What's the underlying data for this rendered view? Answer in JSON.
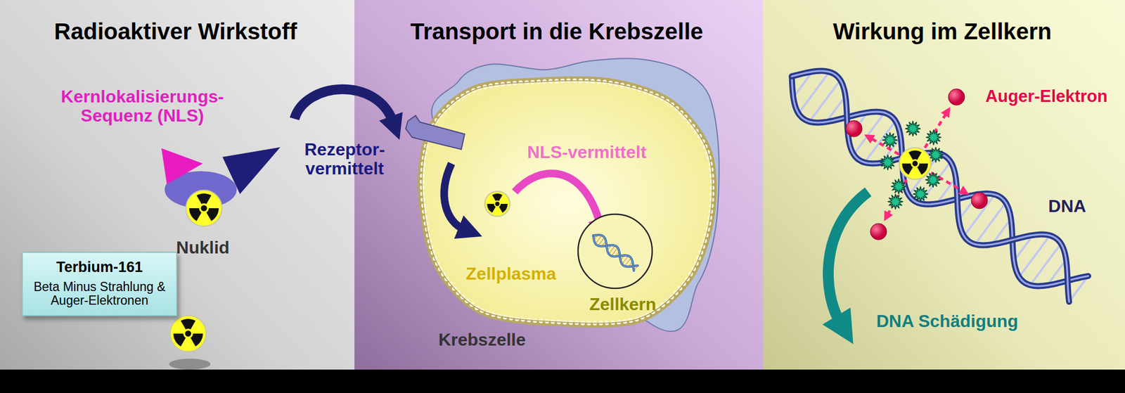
{
  "diagram": {
    "nodes": [
      {
        "text": [
          "Radioaktiver Wirkstoff"
        ]
      },
      {
        "text": [
          "Transport in die Krebszelle"
        ]
      },
      {
        "text": [
          "Wirkung im Zellkern"
        ]
      },
      {
        "text": [
          "Terbium-161",
          "Beta Minus Strahlung & Auger-Elektronen"
        ],
        "in": 0
      },
      {
        "text": [
          "Zellplasma",
          "Krebszelle"
        ],
        "in": 1
      },
      {
        "text": [
          "Zellkern"
        ],
        "in": 4
      }
    ],
    "labels": [
      "Kernlokalisierungs- Sequenz (NLS)",
      "Nuklid",
      "Rezeptor- vermittelt",
      "NLS-vermittelt",
      "Auger-Elektron",
      "DNA",
      "DNA Schädigung"
    ]
  }
}
